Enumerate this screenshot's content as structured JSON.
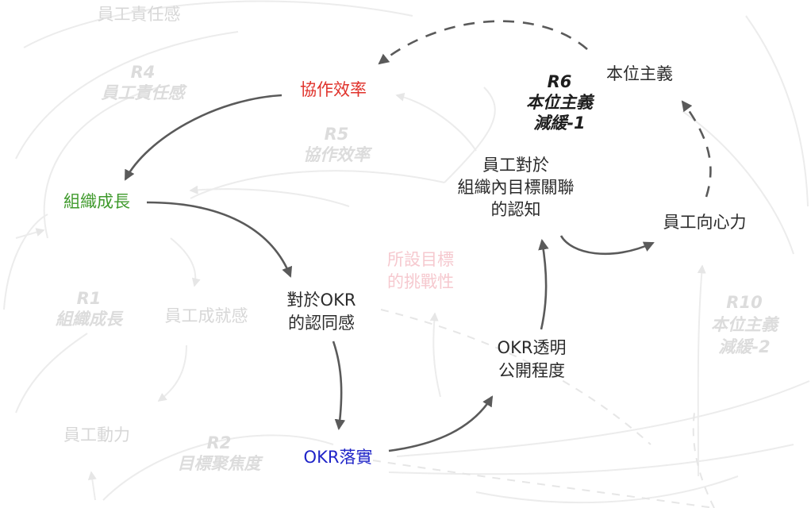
{
  "nodes": {
    "collab_efficiency": "協作效率",
    "org_growth": "組織成長",
    "okr_recognition_1": "對於OKR",
    "okr_recognition_2": "的認同感",
    "okr_implementation": "OKR落實",
    "okr_transparency_1": "OKR透明",
    "okr_transparency_2": "公開程度",
    "goal_alignment_1": "員工對於",
    "goal_alignment_2": "組織內目標關聯",
    "goal_alignment_3": "的認知",
    "employee_cohesion": "員工向心力",
    "departmentalism": "本位主義"
  },
  "faded_nodes": {
    "goal_challenge_1": "所設目標",
    "goal_challenge_2": "的挑戰性",
    "achievement": "員工成就感",
    "motivation": "員工動力",
    "responsibility_top": "員工責任感"
  },
  "loops": {
    "r6_id": "R6",
    "r6_line1": "本位主義",
    "r6_line2": "減緩-1",
    "r4_id": "R4",
    "r4_label": "員工責任感",
    "r5_id": "R5",
    "r5_label": "協作效率",
    "r1_id": "R1",
    "r1_label": "組織成長",
    "r2_id": "R2",
    "r2_label": "目標聚焦度",
    "r10_id": "R10",
    "r10_line1": "本位主義",
    "r10_line2": "減緩-2"
  },
  "colors": {
    "collab_efficiency": "#e0322b",
    "org_growth": "#3f9a2c",
    "okr_implementation": "#1f24c8",
    "text_dark": "#2b2b2b",
    "arrow": "#5a5a5a",
    "faded": "#d7d7d7"
  }
}
